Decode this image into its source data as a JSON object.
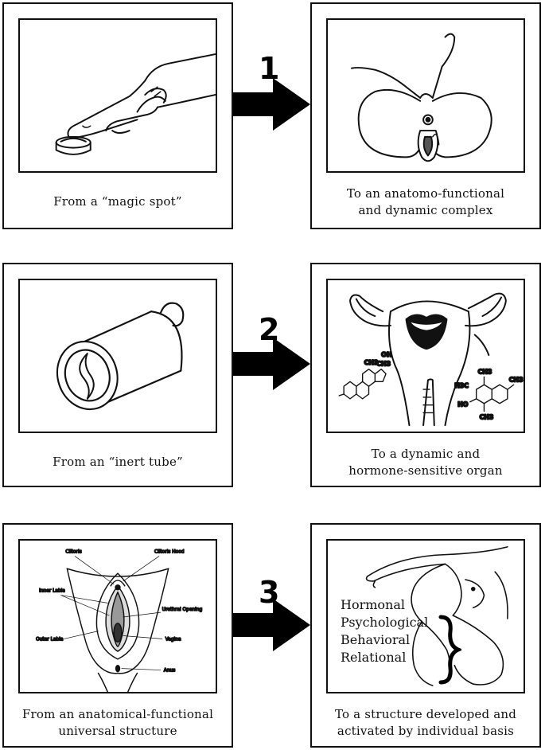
{
  "steps": [
    {
      "number": "1",
      "from_caption": [
        "From a “magic spot”"
      ],
      "to_caption": [
        "To an anatomo-functional",
        "and dynamic complex"
      ]
    },
    {
      "number": "2",
      "from_caption": [
        "From an “inert tube”"
      ],
      "to_caption": [
        "To a dynamic and",
        "hormone-sensitive organ"
      ]
    },
    {
      "number": "3",
      "from_caption": [
        "From an anatomical-functional",
        "universal structure"
      ],
      "to_caption": [
        "To a structure developed and",
        "activated by individual basis"
      ]
    }
  ],
  "anatomy_labels": {
    "clitoris": "Clitoris",
    "clitoris_hood": "Clitoris Hood",
    "inner_labia": "Inner Labia",
    "urethral_opening": "Urethral Opening",
    "outer_labia": "Outer Labia",
    "vagina": "Vagina",
    "anus": "Anus"
  },
  "chemistry_labels": {
    "ch3_a": "CH3",
    "oh": "OH",
    "ch3_b": "CH3",
    "h3c": "H3C",
    "ch3_c": "CH3",
    "ch3_d": "CH3",
    "ho": "HO",
    "ch3_e": "CH3"
  },
  "factors": [
    "Hormonal",
    "Psychological",
    "Behavioral",
    "Relational"
  ],
  "icons": {
    "arrow": "right-arrow-icon",
    "finger": "finger-pressing-button-icon",
    "clitoral_complex": "clitoral-complex-illustration",
    "tube": "inert-tube-illustration",
    "uterus": "uterus-with-mouth-illustration",
    "vulva": "vulva-anatomy-diagram",
    "figure": "seated-female-figure-illustration",
    "brace": "curly-brace-icon"
  }
}
